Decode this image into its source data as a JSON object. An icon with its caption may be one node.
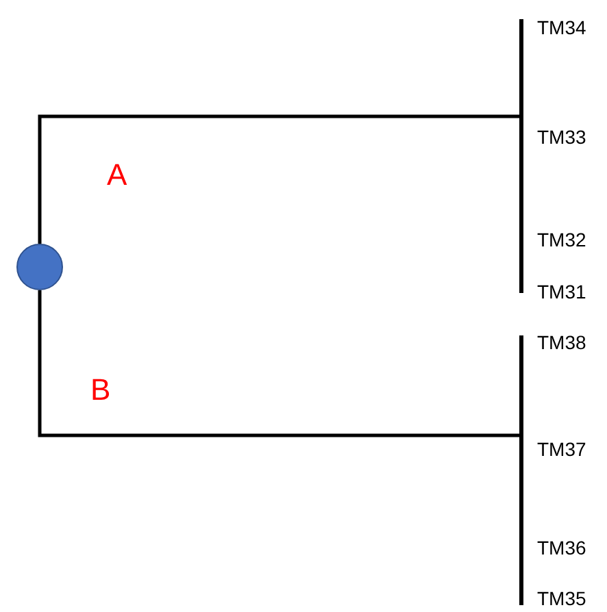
{
  "diagram": {
    "nodes": [
      {
        "text": [],
        "shape": "circle"
      },
      {
        "text": [],
        "shape": "bar",
        "beside": [
          "TM34",
          "TM33",
          "TM32",
          "TM31"
        ]
      },
      {
        "text": [],
        "shape": "bar",
        "beside": [
          "TM38",
          "TM37",
          "TM36",
          "TM35"
        ]
      }
    ],
    "edges": [
      {
        "from": 0,
        "to": 1,
        "arrow": "none"
      },
      {
        "from": 0,
        "to": 2,
        "arrow": "none"
      }
    ],
    "labels": [
      "A",
      "B"
    ]
  }
}
